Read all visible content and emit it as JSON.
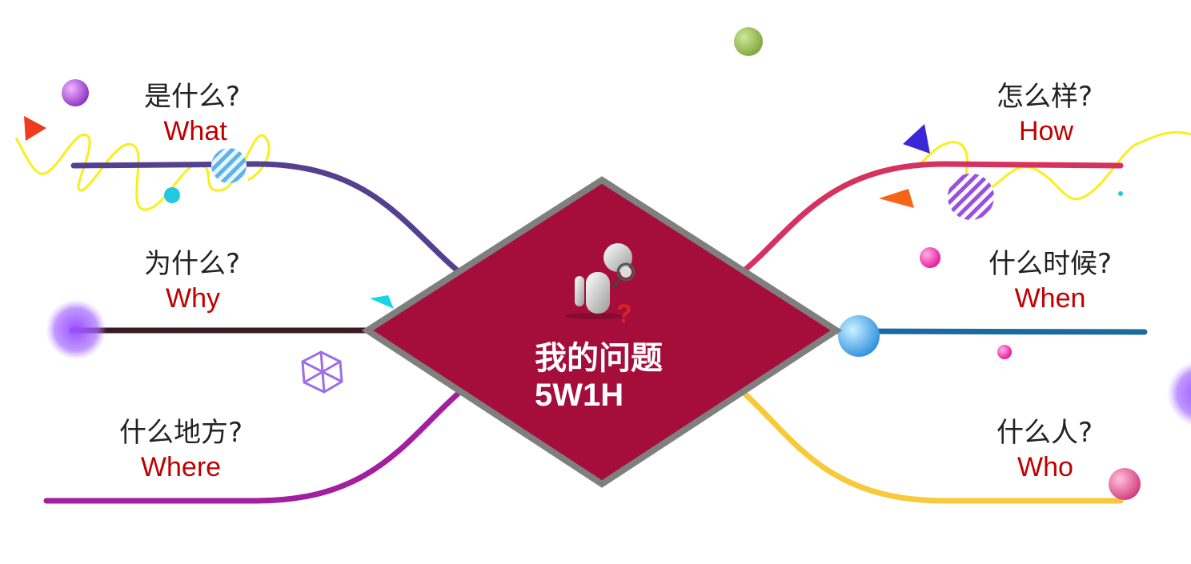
{
  "center": {
    "title": "我的问题",
    "subtitle": "5W1H"
  },
  "branches": [
    {
      "id": "what",
      "cn": "是什么?",
      "en": "What"
    },
    {
      "id": "why",
      "cn": "为什么?",
      "en": "Why"
    },
    {
      "id": "where",
      "cn": "什么地方?",
      "en": "Where"
    },
    {
      "id": "how",
      "cn": "怎么样?",
      "en": "How"
    },
    {
      "id": "when",
      "cn": "什么时候?",
      "en": "When"
    },
    {
      "id": "who",
      "cn": "什么人?",
      "en": "Who"
    }
  ],
  "colors": {
    "diamond_fill": "#a50d3a",
    "diamond_border": "#7f7f7f",
    "en_text": "#c00000",
    "what_line": "#55408f",
    "why_line": "#3a1a22",
    "where_line": "#a21fa0",
    "how_line": "#d5325f",
    "when_line": "#1a6aa1",
    "who_line": "#f8c93a"
  },
  "icons": [
    "magnifier-figure-icon",
    "question-mark-icon",
    "decorative-ball-icon",
    "decorative-triangle-icon",
    "squiggle-decoration"
  ]
}
